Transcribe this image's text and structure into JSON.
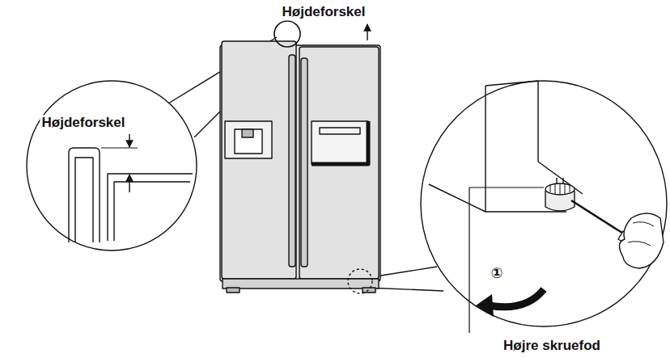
{
  "diagram": {
    "labels": [
      "Højdeforskel",
      "Højdeforskel",
      "①",
      "Højre skruefod"
    ]
  }
}
